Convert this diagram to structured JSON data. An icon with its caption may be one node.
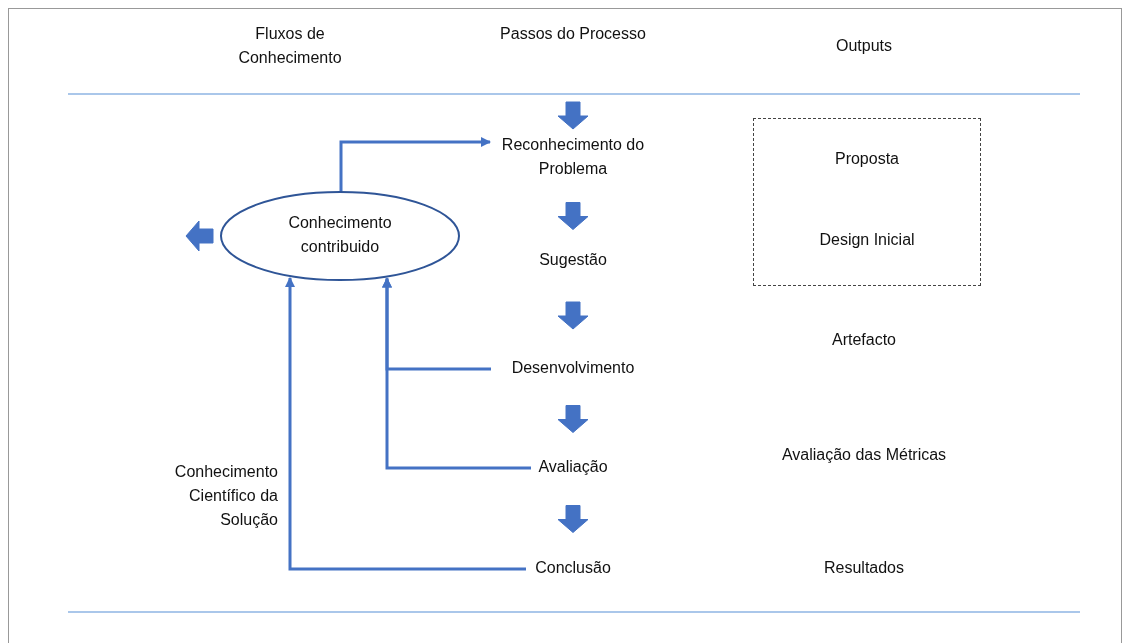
{
  "diagram": {
    "nodes": [
      {
        "text": [
          "Reconhecimento do Problema"
        ]
      },
      {
        "text": [
          "Conhecimento contribuido"
        ]
      },
      {
        "text": [
          "Sugestão"
        ]
      },
      {
        "text": [
          "Desenvolvimento"
        ]
      },
      {
        "text": [
          "Avaliação"
        ]
      },
      {
        "text": [
          "Conclusão"
        ]
      },
      {
        "text": [
          "Proposta",
          "Design Inicial"
        ]
      }
    ],
    "edges": [
      {
        "from": null,
        "to": 0,
        "arrow": "to",
        "style": "thick"
      },
      {
        "from": 0,
        "to": 2,
        "arrow": "to",
        "style": "thick"
      },
      {
        "from": 2,
        "to": 3,
        "arrow": "to",
        "style": "thick"
      },
      {
        "from": 3,
        "to": 4,
        "arrow": "to",
        "style": "thick"
      },
      {
        "from": 4,
        "to": 5,
        "arrow": "to",
        "style": "thick"
      },
      {
        "from": 1,
        "to": null,
        "arrow": "to",
        "style": "thick"
      },
      {
        "from": 1,
        "to": 0,
        "arrow": "to"
      },
      {
        "from": 3,
        "to": 1,
        "arrow": "to"
      },
      {
        "from": 4,
        "to": 1,
        "arrow": "to"
      },
      {
        "from": 5,
        "to": 1,
        "arrow": "to"
      }
    ],
    "labels": [
      "Fluxos de Conhecimento",
      "Passos do Processo",
      "Outputs",
      "Artefacto",
      "Avaliação das Métricas",
      "Conhecimento Científico da Solução",
      "Resultados"
    ]
  }
}
